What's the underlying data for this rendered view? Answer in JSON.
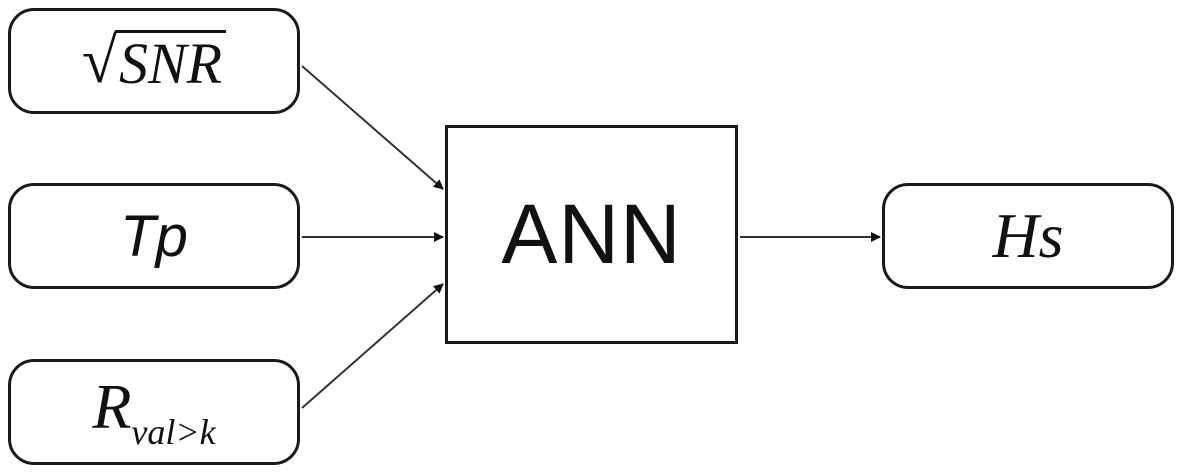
{
  "inputs": {
    "snr": {
      "radicand": "SNR"
    },
    "tp": {
      "label": "Tp"
    },
    "r": {
      "base": "R",
      "subscript": "val>k"
    }
  },
  "model": {
    "label": "ANN"
  },
  "output": {
    "label": "Hs"
  },
  "colors": {
    "stroke": "#1a1a1a",
    "arrow": "#333333",
    "background": "#ffffff"
  }
}
